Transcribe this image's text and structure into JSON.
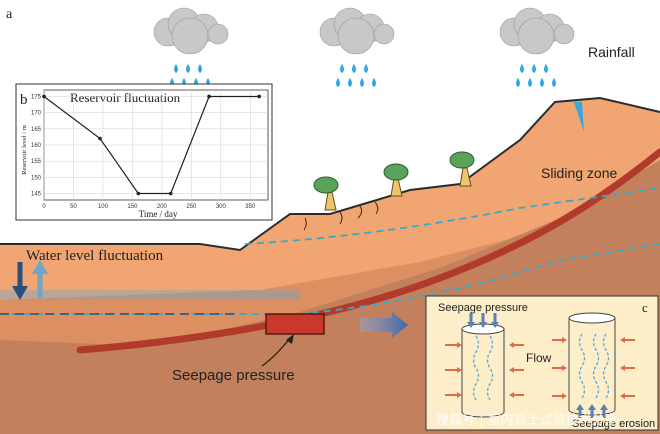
{
  "panel_labels": {
    "a": "a",
    "b": "b",
    "c": "c"
  },
  "labels": {
    "rainfall": "Rainfall",
    "sliding_zone": "Sliding zone",
    "water_level": "Water level fluctuation",
    "seepage_pressure": "Seepage pressure",
    "inset_seepage_pressure": "Seepage pressure",
    "flow": "Flow",
    "seepage_erosion": "Seepage erosion"
  },
  "watermark": "搜狐号 | 室内岩土试验技术分享",
  "colors": {
    "sky": "#ffffff",
    "water": "#5aa6dc",
    "slope_light": "#f0a572",
    "slope_mid": "#dc8f60",
    "slope_deep": "#c2805c",
    "sliding_band": "#b23a2a",
    "water_table": "#3aa7c9",
    "inset_bg": "#fbeec9",
    "arrow_blue": "#5d7fb3",
    "arrow_red": "#e06b4a"
  },
  "chart_data": {
    "type": "line",
    "title": "Reservoir fluctuation",
    "xlabel": "Time / day",
    "ylabel": "Reservoir level / m",
    "x": [
      0,
      95,
      160,
      215,
      280,
      365
    ],
    "y": [
      175,
      162,
      145,
      145,
      175,
      175
    ],
    "xlim": [
      0,
      380
    ],
    "ylim": [
      143,
      177
    ],
    "xticks": [
      0,
      50,
      100,
      150,
      200,
      250,
      300,
      350
    ],
    "yticks": [
      145,
      150,
      155,
      160,
      165,
      170,
      175
    ],
    "grid": true
  }
}
